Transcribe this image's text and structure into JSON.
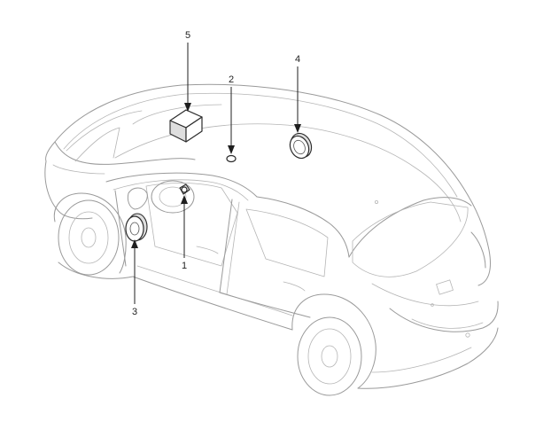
{
  "callouts": [
    {
      "id": "1",
      "label": "1"
    },
    {
      "id": "2",
      "label": "2"
    },
    {
      "id": "3",
      "label": "3"
    },
    {
      "id": "4",
      "label": "4"
    },
    {
      "id": "5",
      "label": "5"
    }
  ],
  "colors": {
    "background": "#ffffff",
    "outline": "#9a9a9a",
    "component": "#2b2b2b",
    "callout_text": "#222222"
  }
}
